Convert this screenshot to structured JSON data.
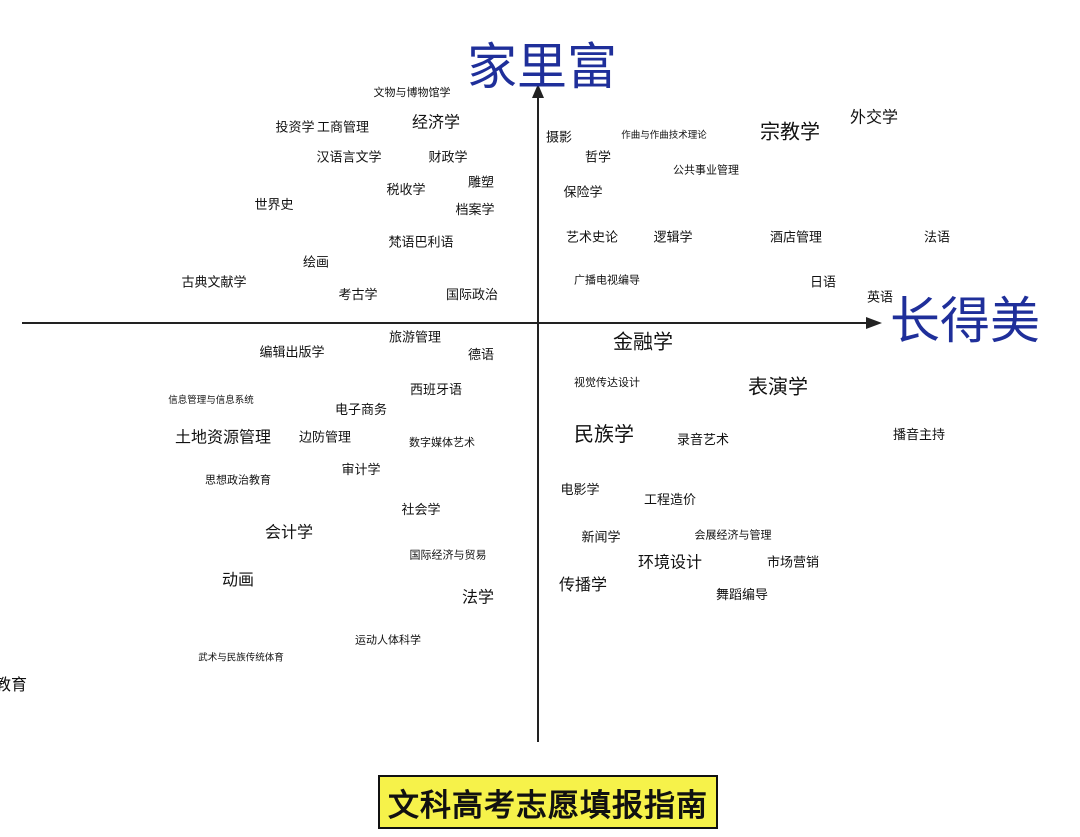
{
  "colors": {
    "axis_title": "#1f2f9a",
    "major_text": "#111111",
    "caption_bg": "#f6f24a"
  },
  "axes": {
    "y_title": "家里富",
    "x_title": "长得美"
  },
  "caption": {
    "text": "文科高考志愿填报指南"
  },
  "chart_data": {
    "type": "scatter",
    "xlim": [
      -1,
      1
    ],
    "ylim": [
      -1,
      1
    ],
    "grid": false,
    "points": [
      {
        "label": "文物与博物馆学",
        "x": -0.42,
        "y": 0.92
      },
      {
        "label": "投资学",
        "x": -0.81,
        "y": 0.78
      },
      {
        "label": "工商管理",
        "x": -0.65,
        "y": 0.78
      },
      {
        "label": "经济学",
        "x": -0.34,
        "y": 0.8
      },
      {
        "label": "汉语言文学",
        "x": -0.63,
        "y": 0.66
      },
      {
        "label": "财政学",
        "x": -0.3,
        "y": 0.66
      },
      {
        "label": "税收学",
        "x": -0.44,
        "y": 0.53
      },
      {
        "label": "雕塑",
        "x": -0.19,
        "y": 0.56
      },
      {
        "label": "世界史",
        "x": -0.88,
        "y": 0.47
      },
      {
        "label": "档案学",
        "x": -0.21,
        "y": 0.45
      },
      {
        "label": "梵语巴利语",
        "x": -0.39,
        "y": 0.32
      },
      {
        "label": "绘画",
        "x": -0.74,
        "y": 0.24
      },
      {
        "label": "古典文献学",
        "x": -1.08,
        "y": 0.16
      },
      {
        "label": "考古学",
        "x": -0.6,
        "y": 0.11
      },
      {
        "label": "国际政治",
        "x": -0.22,
        "y": 0.11
      },
      {
        "label": "摄影",
        "x": 0.07,
        "y": 0.74
      },
      {
        "label": "作曲与作曲技术理论",
        "x": 0.42,
        "y": 0.75
      },
      {
        "label": "哲学",
        "x": 0.2,
        "y": 0.66
      },
      {
        "label": "公共事业管理",
        "x": 0.56,
        "y": 0.61
      },
      {
        "label": "宗教学",
        "x": 0.84,
        "y": 0.76
      },
      {
        "label": "外交学",
        "x": 1.12,
        "y": 0.82
      },
      {
        "label": "保险学",
        "x": 0.15,
        "y": 0.52
      },
      {
        "label": "艺术史论",
        "x": 0.18,
        "y": 0.34
      },
      {
        "label": "逻辑学",
        "x": 0.45,
        "y": 0.34
      },
      {
        "label": "酒店管理",
        "x": 0.86,
        "y": 0.34
      },
      {
        "label": "法语",
        "x": 1.33,
        "y": 0.34
      },
      {
        "label": "广播电视编导",
        "x": 0.23,
        "y": 0.17
      },
      {
        "label": "日语",
        "x": 0.95,
        "y": 0.16
      },
      {
        "label": "英语",
        "x": 1.14,
        "y": 0.1
      },
      {
        "label": "旅游管理",
        "x": -0.41,
        "y": -0.06
      },
      {
        "label": "编辑出版学",
        "x": -0.82,
        "y": -0.12
      },
      {
        "label": "德语",
        "x": -0.19,
        "y": -0.13
      },
      {
        "label": "西班牙语",
        "x": -0.34,
        "y": -0.27
      },
      {
        "label": "信息管理与信息系统",
        "x": -1.09,
        "y": -0.31
      },
      {
        "label": "电子商务",
        "x": -0.59,
        "y": -0.35
      },
      {
        "label": "土地资源管理",
        "x": -1.05,
        "y": -0.46
      },
      {
        "label": "边防管理",
        "x": -0.71,
        "y": -0.46
      },
      {
        "label": "数字媒体艺术",
        "x": -0.32,
        "y": -0.48
      },
      {
        "label": "思想政治教育",
        "x": -1.0,
        "y": -0.63
      },
      {
        "label": "审计学",
        "x": -0.59,
        "y": -0.59
      },
      {
        "label": "社会学",
        "x": -0.39,
        "y": -0.75
      },
      {
        "label": "会计学",
        "x": -0.83,
        "y": -0.84
      },
      {
        "label": "国际经济与贸易",
        "x": -0.3,
        "y": -0.93
      },
      {
        "label": "动画",
        "x": -1.0,
        "y": -1.03
      },
      {
        "label": "法学",
        "x": -0.2,
        "y": -1.1
      },
      {
        "label": "运动人体科学",
        "x": -0.5,
        "y": -1.27
      },
      {
        "label": "武术与民族传统体育",
        "x": -0.99,
        "y": -1.34
      },
      {
        "label": "师范教育",
        "x": -1.81,
        "y": -1.45
      },
      {
        "label": "金融学",
        "x": 0.35,
        "y": -0.08
      },
      {
        "label": "视觉传达设计",
        "x": 0.23,
        "y": -0.24
      },
      {
        "label": "表演学",
        "x": 0.8,
        "y": -0.26
      },
      {
        "label": "民族学",
        "x": 0.22,
        "y": -0.45
      },
      {
        "label": "录音艺术",
        "x": 0.55,
        "y": -0.47
      },
      {
        "label": "播音主持",
        "x": 1.27,
        "y": -0.45
      },
      {
        "label": "电影学",
        "x": 0.14,
        "y": -0.67
      },
      {
        "label": "工程造价",
        "x": 0.44,
        "y": -0.71
      },
      {
        "label": "新闻学",
        "x": 0.21,
        "y": -0.86
      },
      {
        "label": "会展经济与管理",
        "x": 0.65,
        "y": -0.85
      },
      {
        "label": "环境设计",
        "x": 0.44,
        "y": -0.96
      },
      {
        "label": "市场营销",
        "x": 0.85,
        "y": -0.96
      },
      {
        "label": "传播学",
        "x": 0.15,
        "y": -1.05
      },
      {
        "label": "舞蹈编导",
        "x": 0.68,
        "y": -1.09
      }
    ]
  }
}
